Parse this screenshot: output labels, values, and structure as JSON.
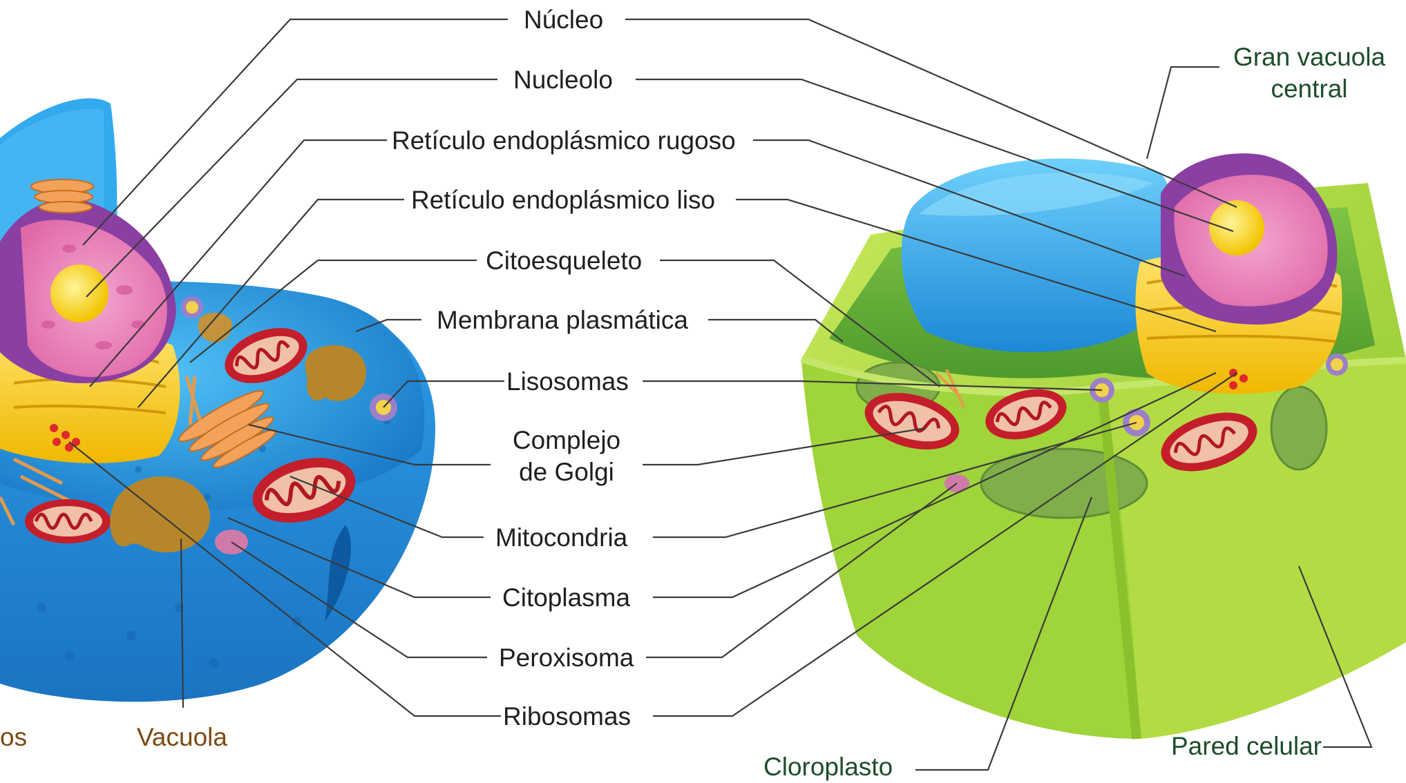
{
  "center_labels": {
    "nucleo": "Núcleo",
    "nucleolo": "Nucleolo",
    "rer": "Retículo endoplásmico rugoso",
    "rel": "Retículo endoplásmico liso",
    "citoesqueleto": "Citoesqueleto",
    "membrana": "Membrana plasmática",
    "lisosomas": "Lisosomas",
    "golgi_1": "Complejo",
    "golgi_2": "de Golgi",
    "mitocondria": "Mitocondria",
    "citoplasma": "Citoplasma",
    "peroxisoma": "Peroxisoma",
    "ribosomas": "Ribosomas"
  },
  "animal_labels": {
    "vacuola": "Vacuola",
    "cut_left": "os"
  },
  "plant_labels": {
    "gran_vacuola_1": "Gran vacuola",
    "gran_vacuola_2": "central",
    "cloroplasto": "Cloroplasto",
    "pared": "Pared celular"
  },
  "colors": {
    "animal_cytoplasm": "#2aa0e6",
    "nucleus_purple": "#8a3fa3",
    "nucleus_pink": "#e87ab4",
    "nucleolus": "#ffd400",
    "mitochondria": "#c41e2a",
    "golgi": "#f2a25a",
    "plant_wall": "#a8d63a",
    "plant_cytoplasm": "#6fb83a",
    "central_vacuole": "#36a6e8",
    "label_line": "#333333"
  }
}
